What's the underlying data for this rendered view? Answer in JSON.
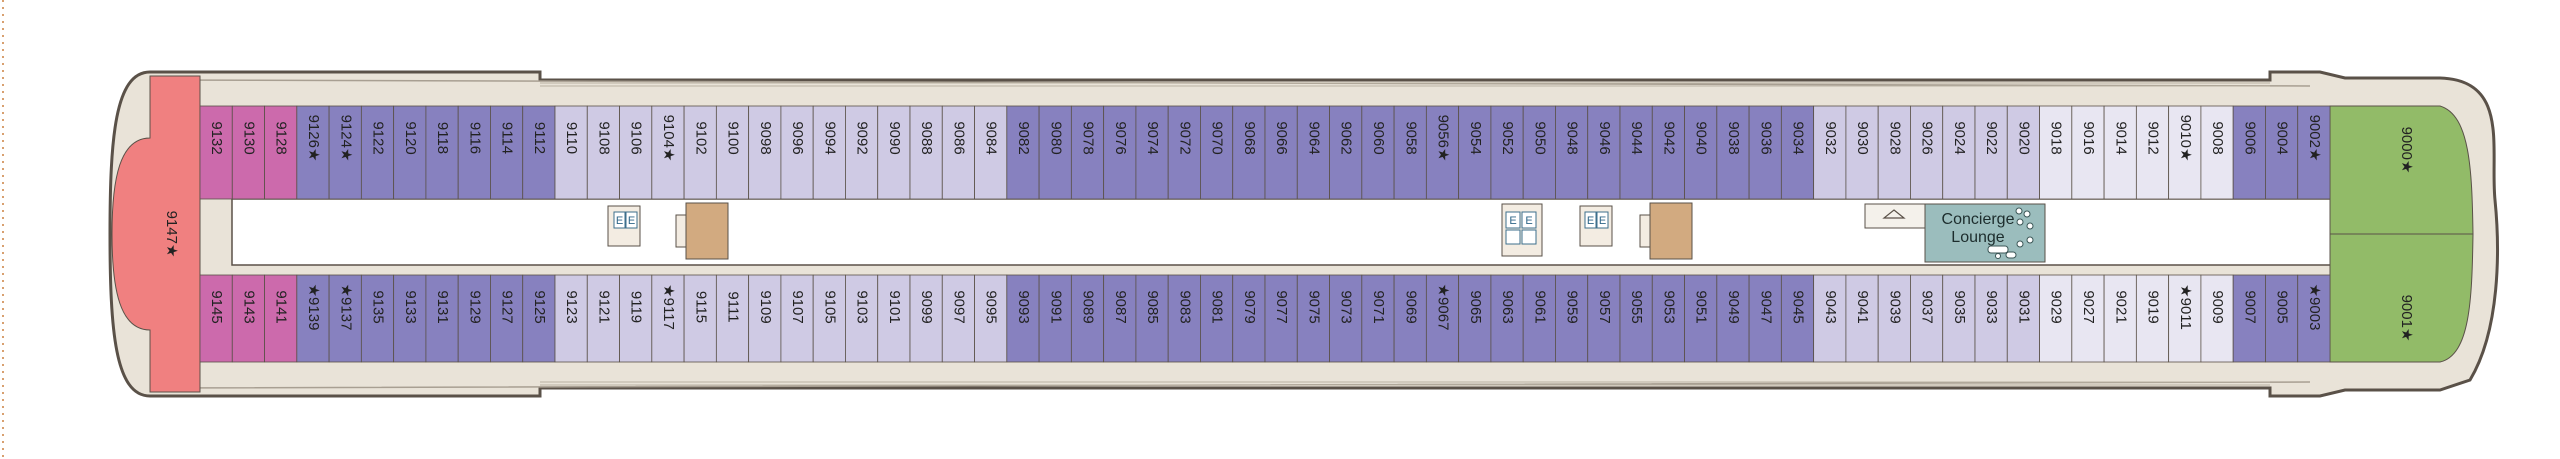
{
  "deck": {
    "colors": {
      "hull_outline": "#5a5148",
      "deck_wood": "#e8e2d7",
      "corridor": "#ffffff",
      "pink_suite": "#f08080",
      "green_suite": "#92bb68",
      "magenta_suite": "#cc6aac",
      "dark_purple": "#8781bf",
      "light_purple": "#cfcae4",
      "lavender": "#e8e6f2",
      "stair": "#d2aa80",
      "lounge": "#9bbdbd"
    },
    "forward_suite": {
      "label": "9147★",
      "category": "pink_suite"
    },
    "aft_suites": [
      {
        "label": "9000★",
        "category": "green_suite"
      },
      {
        "label": "9001★",
        "category": "green_suite"
      }
    ],
    "top_row": [
      {
        "label": "9132",
        "category": "magenta_suite"
      },
      {
        "label": "9130",
        "category": "magenta_suite"
      },
      {
        "label": "9128",
        "category": "magenta_suite"
      },
      {
        "label": "9126★",
        "category": "dark_purple"
      },
      {
        "label": "9124★",
        "category": "dark_purple"
      },
      {
        "label": "9122",
        "category": "dark_purple"
      },
      {
        "label": "9120",
        "category": "dark_purple"
      },
      {
        "label": "9118",
        "category": "dark_purple"
      },
      {
        "label": "9116",
        "category": "dark_purple"
      },
      {
        "label": "9114",
        "category": "dark_purple"
      },
      {
        "label": "9112",
        "category": "dark_purple"
      },
      {
        "label": "9110",
        "category": "light_purple"
      },
      {
        "label": "9108",
        "category": "light_purple"
      },
      {
        "label": "9106",
        "category": "light_purple"
      },
      {
        "label": "9104★",
        "category": "light_purple"
      },
      {
        "label": "9102",
        "category": "light_purple"
      },
      {
        "label": "9100",
        "category": "light_purple"
      },
      {
        "label": "9098",
        "category": "light_purple"
      },
      {
        "label": "9096",
        "category": "light_purple"
      },
      {
        "label": "9094",
        "category": "light_purple"
      },
      {
        "label": "9092",
        "category": "light_purple"
      },
      {
        "label": "9090",
        "category": "light_purple"
      },
      {
        "label": "9088",
        "category": "light_purple"
      },
      {
        "label": "9086",
        "category": "light_purple"
      },
      {
        "label": "9084",
        "category": "light_purple"
      },
      {
        "label": "9082",
        "category": "dark_purple"
      },
      {
        "label": "9080",
        "category": "dark_purple"
      },
      {
        "label": "9078",
        "category": "dark_purple"
      },
      {
        "label": "9076",
        "category": "dark_purple"
      },
      {
        "label": "9074",
        "category": "dark_purple"
      },
      {
        "label": "9072",
        "category": "dark_purple"
      },
      {
        "label": "9070",
        "category": "dark_purple"
      },
      {
        "label": "9068",
        "category": "dark_purple"
      },
      {
        "label": "9066",
        "category": "dark_purple"
      },
      {
        "label": "9064",
        "category": "dark_purple"
      },
      {
        "label": "9062",
        "category": "dark_purple"
      },
      {
        "label": "9060",
        "category": "dark_purple"
      },
      {
        "label": "9058",
        "category": "dark_purple"
      },
      {
        "label": "9056★",
        "category": "dark_purple"
      },
      {
        "label": "9054",
        "category": "dark_purple"
      },
      {
        "label": "9052",
        "category": "dark_purple"
      },
      {
        "label": "9050",
        "category": "dark_purple"
      },
      {
        "label": "9048",
        "category": "dark_purple"
      },
      {
        "label": "9046",
        "category": "dark_purple"
      },
      {
        "label": "9044",
        "category": "dark_purple"
      },
      {
        "label": "9042",
        "category": "dark_purple"
      },
      {
        "label": "9040",
        "category": "dark_purple"
      },
      {
        "label": "9038",
        "category": "dark_purple"
      },
      {
        "label": "9036",
        "category": "dark_purple"
      },
      {
        "label": "9034",
        "category": "dark_purple"
      },
      {
        "label": "9032",
        "category": "light_purple"
      },
      {
        "label": "9030",
        "category": "light_purple"
      },
      {
        "label": "9028",
        "category": "light_purple"
      },
      {
        "label": "9026",
        "category": "light_purple"
      },
      {
        "label": "9024",
        "category": "light_purple"
      },
      {
        "label": "9022",
        "category": "light_purple"
      },
      {
        "label": "9020",
        "category": "light_purple"
      },
      {
        "label": "9018",
        "category": "lavender"
      },
      {
        "label": "9016",
        "category": "lavender"
      },
      {
        "label": "9014",
        "category": "lavender"
      },
      {
        "label": "9012",
        "category": "lavender"
      },
      {
        "label": "9010★",
        "category": "lavender"
      },
      {
        "label": "9008",
        "category": "lavender"
      },
      {
        "label": "9006",
        "category": "dark_purple"
      },
      {
        "label": "9004",
        "category": "dark_purple"
      },
      {
        "label": "9002★",
        "category": "dark_purple"
      }
    ],
    "bottom_row": [
      {
        "label": "9145",
        "category": "magenta_suite"
      },
      {
        "label": "9143",
        "category": "magenta_suite"
      },
      {
        "label": "9141",
        "category": "magenta_suite"
      },
      {
        "label": "★9139",
        "category": "dark_purple"
      },
      {
        "label": "★9137",
        "category": "dark_purple"
      },
      {
        "label": "9135",
        "category": "dark_purple"
      },
      {
        "label": "9133",
        "category": "dark_purple"
      },
      {
        "label": "9131",
        "category": "dark_purple"
      },
      {
        "label": "9129",
        "category": "dark_purple"
      },
      {
        "label": "9127",
        "category": "dark_purple"
      },
      {
        "label": "9125",
        "category": "dark_purple"
      },
      {
        "label": "9123",
        "category": "light_purple"
      },
      {
        "label": "9121",
        "category": "light_purple"
      },
      {
        "label": "9119",
        "category": "light_purple"
      },
      {
        "label": "★9117",
        "category": "light_purple"
      },
      {
        "label": "9115",
        "category": "light_purple"
      },
      {
        "label": "9111",
        "category": "light_purple"
      },
      {
        "label": "9109",
        "category": "light_purple"
      },
      {
        "label": "9107",
        "category": "light_purple"
      },
      {
        "label": "9105",
        "category": "light_purple"
      },
      {
        "label": "9103",
        "category": "light_purple"
      },
      {
        "label": "9101",
        "category": "light_purple"
      },
      {
        "label": "9099",
        "category": "light_purple"
      },
      {
        "label": "9097",
        "category": "light_purple"
      },
      {
        "label": "9095",
        "category": "light_purple"
      },
      {
        "label": "9093",
        "category": "dark_purple"
      },
      {
        "label": "9091",
        "category": "dark_purple"
      },
      {
        "label": "9089",
        "category": "dark_purple"
      },
      {
        "label": "9087",
        "category": "dark_purple"
      },
      {
        "label": "9085",
        "category": "dark_purple"
      },
      {
        "label": "9083",
        "category": "dark_purple"
      },
      {
        "label": "9081",
        "category": "dark_purple"
      },
      {
        "label": "9079",
        "category": "dark_purple"
      },
      {
        "label": "9077",
        "category": "dark_purple"
      },
      {
        "label": "9075",
        "category": "dark_purple"
      },
      {
        "label": "9073",
        "category": "dark_purple"
      },
      {
        "label": "9071",
        "category": "dark_purple"
      },
      {
        "label": "9069",
        "category": "dark_purple"
      },
      {
        "label": "★9067",
        "category": "dark_purple"
      },
      {
        "label": "9065",
        "category": "dark_purple"
      },
      {
        "label": "9063",
        "category": "dark_purple"
      },
      {
        "label": "9061",
        "category": "dark_purple"
      },
      {
        "label": "9059",
        "category": "dark_purple"
      },
      {
        "label": "9057",
        "category": "dark_purple"
      },
      {
        "label": "9055",
        "category": "dark_purple"
      },
      {
        "label": "9053",
        "category": "dark_purple"
      },
      {
        "label": "9051",
        "category": "dark_purple"
      },
      {
        "label": "9049",
        "category": "dark_purple"
      },
      {
        "label": "9047",
        "category": "dark_purple"
      },
      {
        "label": "9045",
        "category": "dark_purple"
      },
      {
        "label": "9043",
        "category": "light_purple"
      },
      {
        "label": "9041",
        "category": "light_purple"
      },
      {
        "label": "9039",
        "category": "light_purple"
      },
      {
        "label": "9037",
        "category": "light_purple"
      },
      {
        "label": "9035",
        "category": "light_purple"
      },
      {
        "label": "9033",
        "category": "light_purple"
      },
      {
        "label": "9031",
        "category": "light_purple"
      },
      {
        "label": "9029",
        "category": "lavender"
      },
      {
        "label": "9027",
        "category": "lavender"
      },
      {
        "label": "9021",
        "category": "lavender"
      },
      {
        "label": "9019",
        "category": "lavender"
      },
      {
        "label": "★9011",
        "category": "lavender"
      },
      {
        "label": "9009",
        "category": "lavender"
      },
      {
        "label": "9007",
        "category": "dark_purple"
      },
      {
        "label": "9005",
        "category": "dark_purple"
      },
      {
        "label": "★9003",
        "category": "dark_purple"
      }
    ],
    "elevator_label": "E",
    "lounge": {
      "line1": "Concierge",
      "line2": "Lounge"
    }
  }
}
